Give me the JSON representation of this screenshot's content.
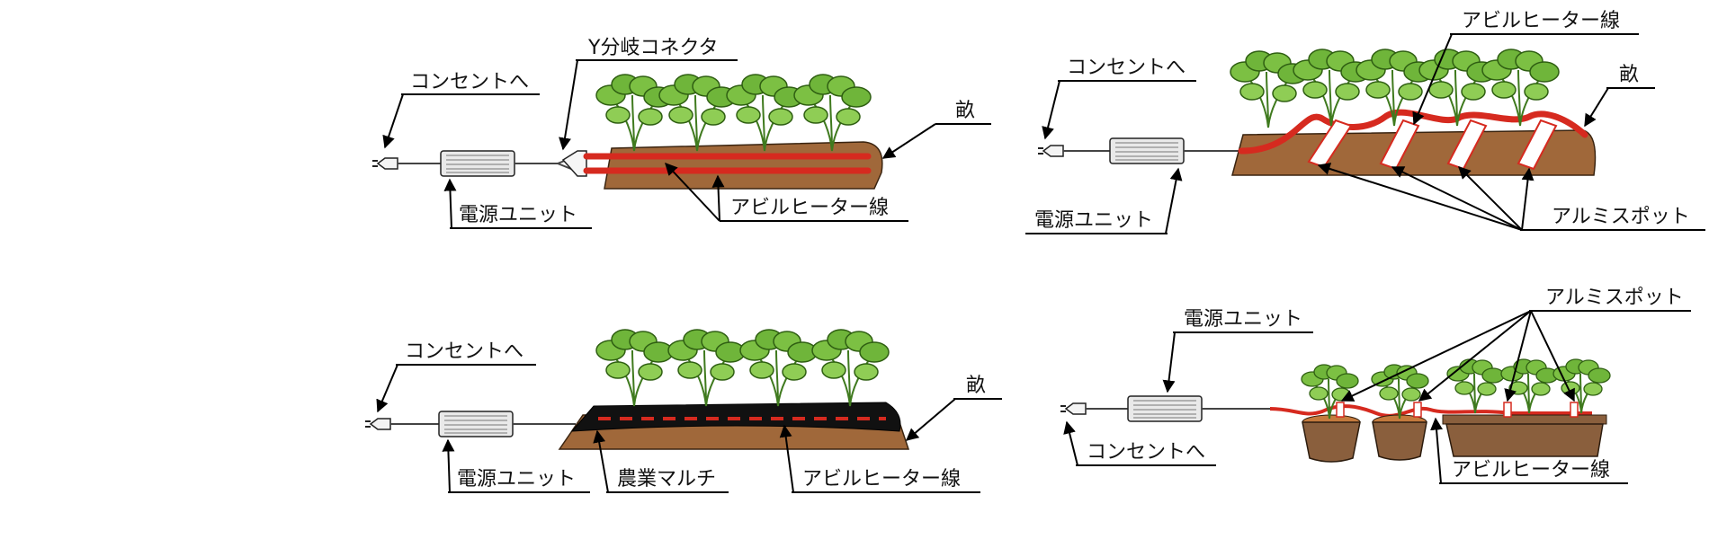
{
  "panels": {
    "top_left": {
      "outlet": "コンセントへ",
      "connector": "Y分岐コネクタ",
      "ridge": "畝",
      "heater": "アビルヒーター線",
      "power_unit": "電源ユニット"
    },
    "top_right": {
      "outlet": "コンセントへ",
      "heater": "アビルヒーター線",
      "ridge": "畝",
      "power_unit": "電源ユニット",
      "pot": "アルミスポット"
    },
    "bottom_left": {
      "outlet": "コンセントへ",
      "ridge": "畝",
      "power_unit": "電源ユニット",
      "mulch": "農業マルチ",
      "heater": "アビルヒーター線"
    },
    "bottom_right": {
      "power_unit": "電源ユニット",
      "pot": "アルミスポット",
      "outlet": "コンセントへ",
      "heater": "アビルヒーター線"
    }
  },
  "colors": {
    "heater": "#d62a1f",
    "soil": "#a0683a",
    "mulch": "#111111",
    "leaf": "#5aa02c"
  }
}
